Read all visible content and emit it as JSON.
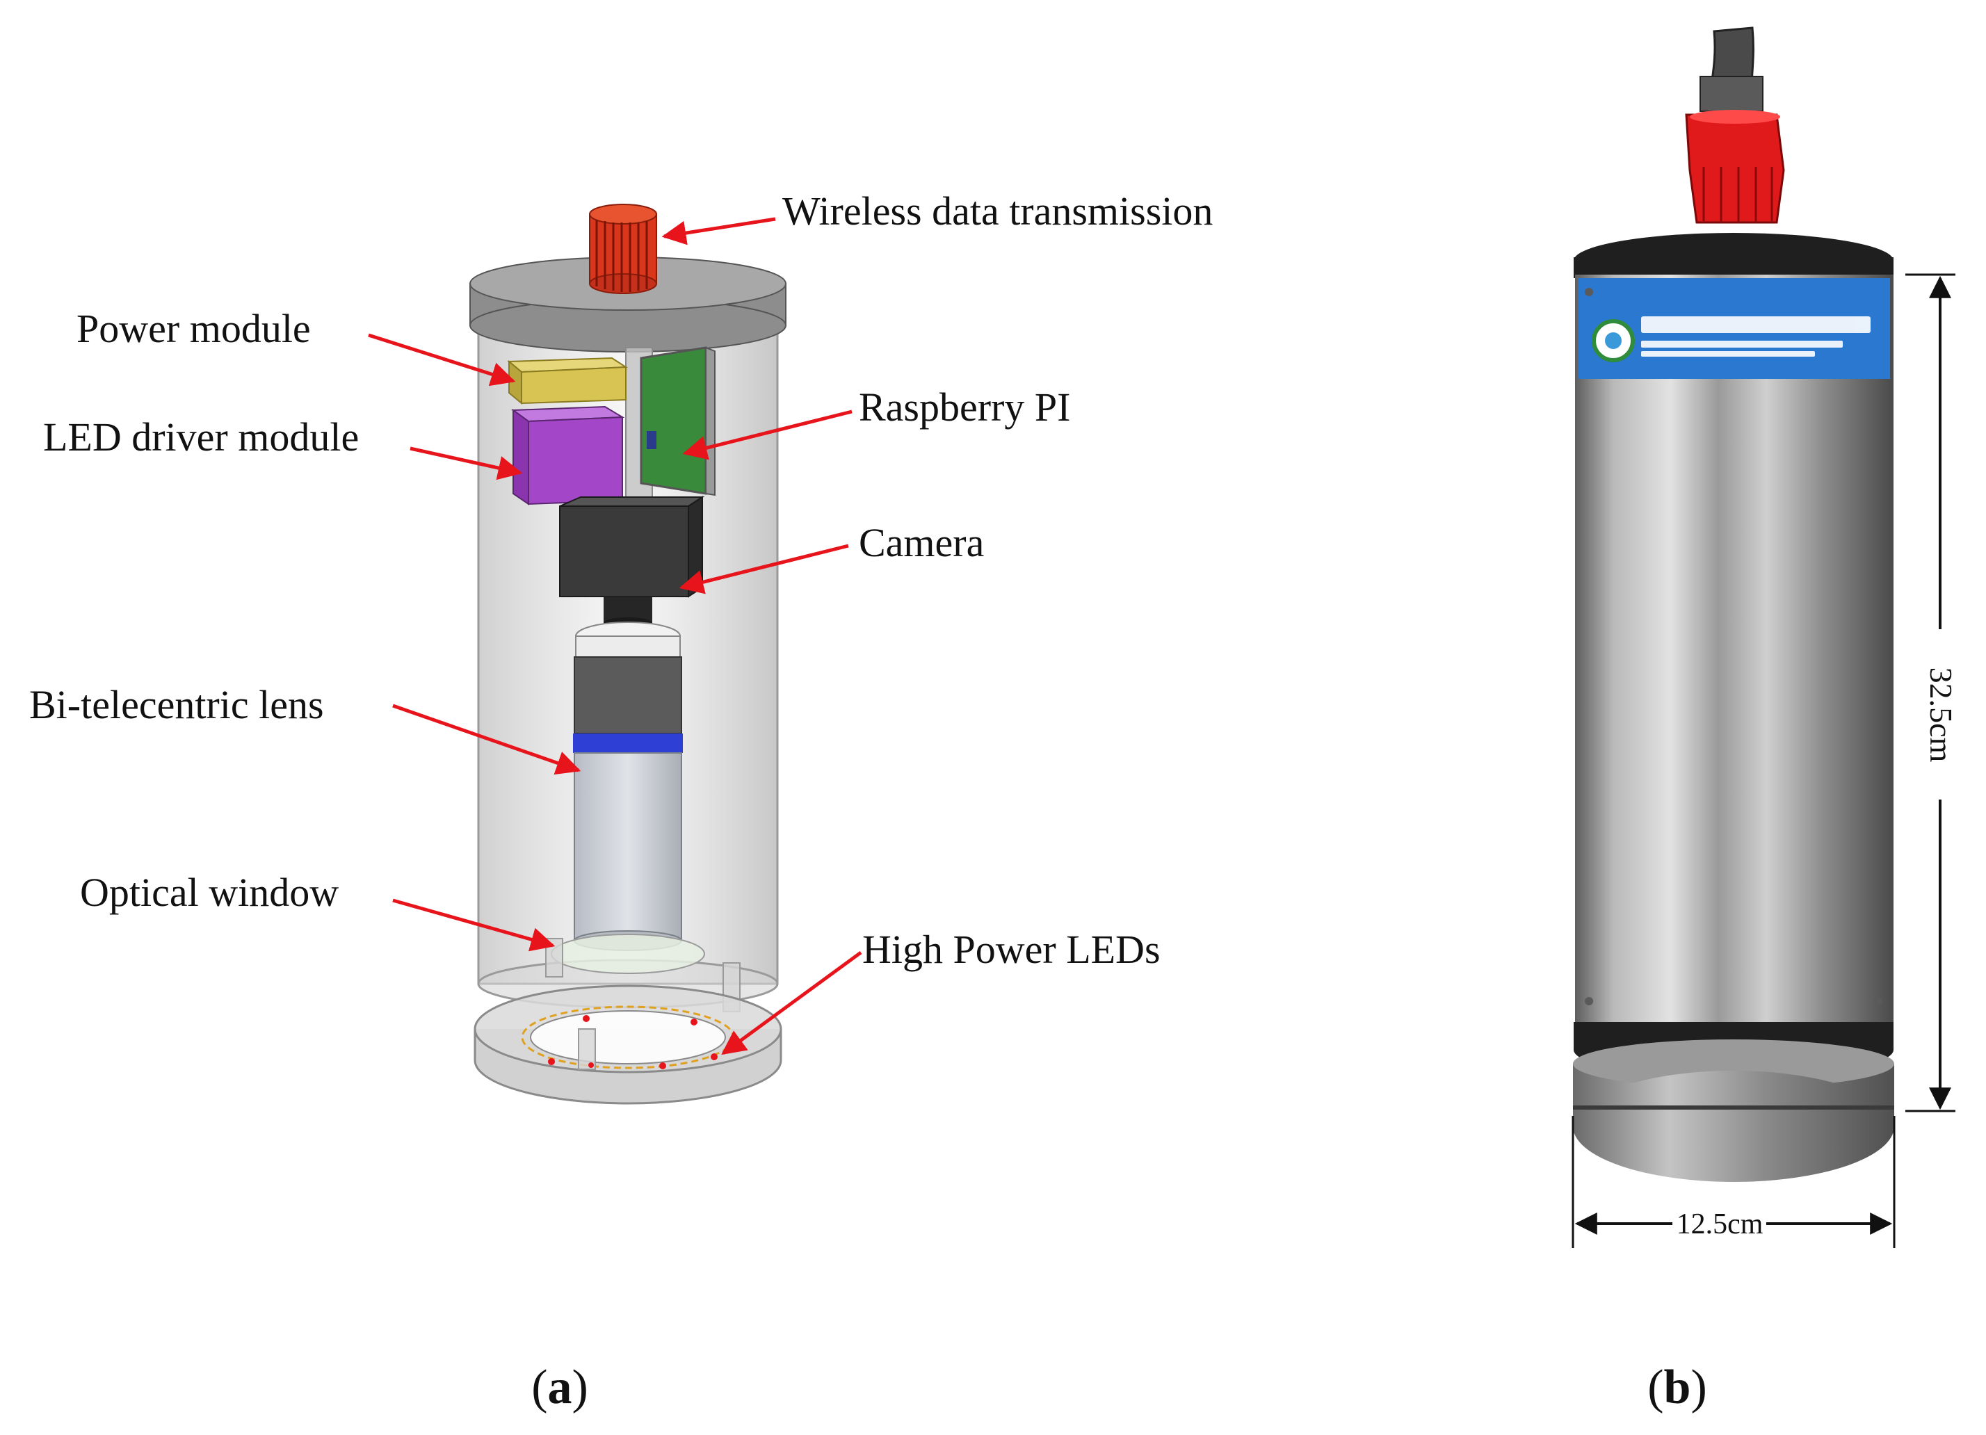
{
  "panel_a": {
    "labels": {
      "wireless": "Wireless data transmission",
      "power": "Power module",
      "raspberry": "Raspberry PI",
      "led_driver": "LED driver module",
      "camera": "Camera",
      "lens": "Bi-telecentric lens",
      "window": "Optical window",
      "leds": "High Power LEDs"
    },
    "caption": "a"
  },
  "panel_b": {
    "height_dim": "32.5cm",
    "width_dim": "12.5cm",
    "caption": "b"
  },
  "colors": {
    "arrow": "#e8141c",
    "antenna": "#d9361b",
    "power_module": "#d8c452",
    "led_driver": "#a347c8",
    "raspberry_pi": "#3a8a3c",
    "camera": "#3a3a3a",
    "lens_band": "#2e3fd6",
    "steel": "#a9a9a9",
    "connector": "#e01a1a",
    "label_band": "#2a78d0"
  }
}
